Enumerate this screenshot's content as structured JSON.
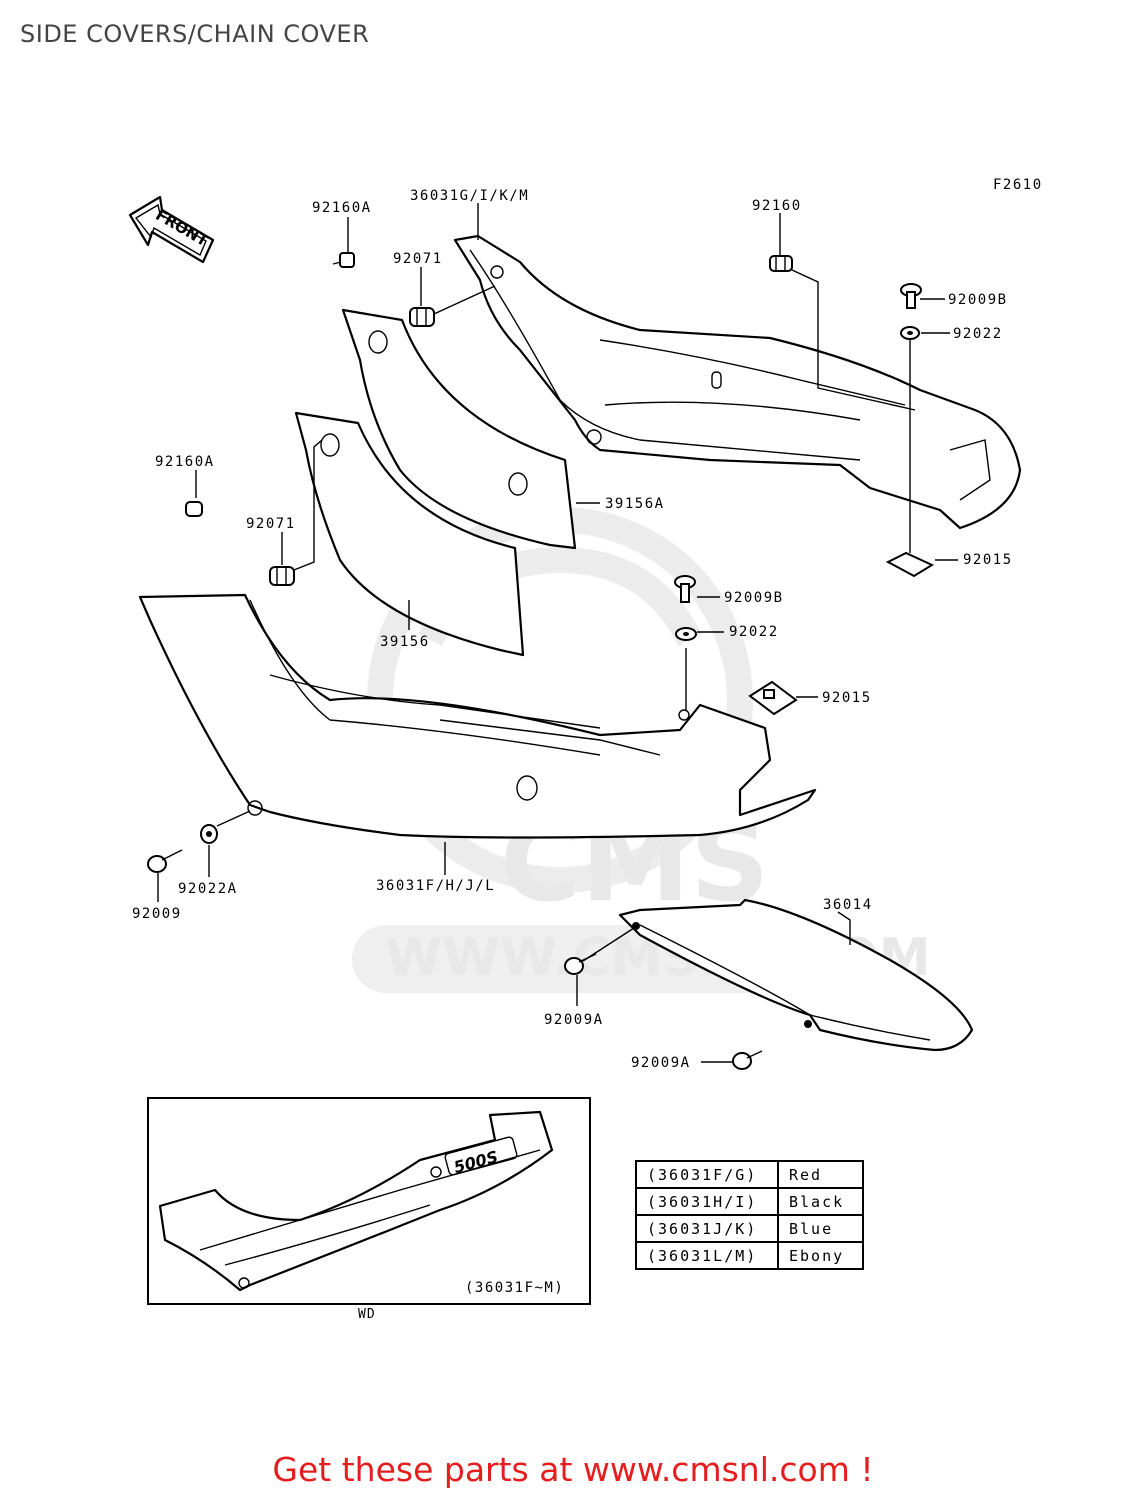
{
  "page": {
    "title": "SIDE COVERS/CHAIN COVER"
  },
  "diagram": {
    "figure_code": "F2610",
    "direction_arrow": "FRONT",
    "callouts": {
      "p92160A_top": "92160A",
      "p36031GIKM": "36031G/I/K/M",
      "p92160": "92160",
      "p92071_top": "92071",
      "p92009B_top": "92009B",
      "p92022_top": "92022",
      "p92160A_left": "92160A",
      "p39156A": "39156A",
      "p92071_left": "92071",
      "p92015_top": "92015",
      "p92009B_mid": "92009B",
      "p39156": "39156",
      "p92022_mid": "92022",
      "p92015_mid": "92015",
      "p92009": "92009",
      "p92022A": "92022A",
      "p36031FHJL": "36031F/H/J/L",
      "p36014": "36014",
      "p92009A_mid": "92009A",
      "p92009A_bottom": "92009A"
    },
    "watermark": {
      "brand": "CMS",
      "url": "WWW.CMSNL.COM"
    },
    "inset": {
      "caption": "(36031F~M)",
      "sub_label": "WD",
      "decal_text": "500S"
    }
  },
  "color_table": [
    {
      "code": "(36031F/G)",
      "color": "Red"
    },
    {
      "code": "(36031H/I)",
      "color": "Black"
    },
    {
      "code": "(36031J/K)",
      "color": "Blue"
    },
    {
      "code": "(36031L/M)",
      "color": "Ebony"
    }
  ],
  "footer": {
    "cta": "Get these parts at www.cmsnl.com !",
    "accent_color": "#e41e1e"
  }
}
